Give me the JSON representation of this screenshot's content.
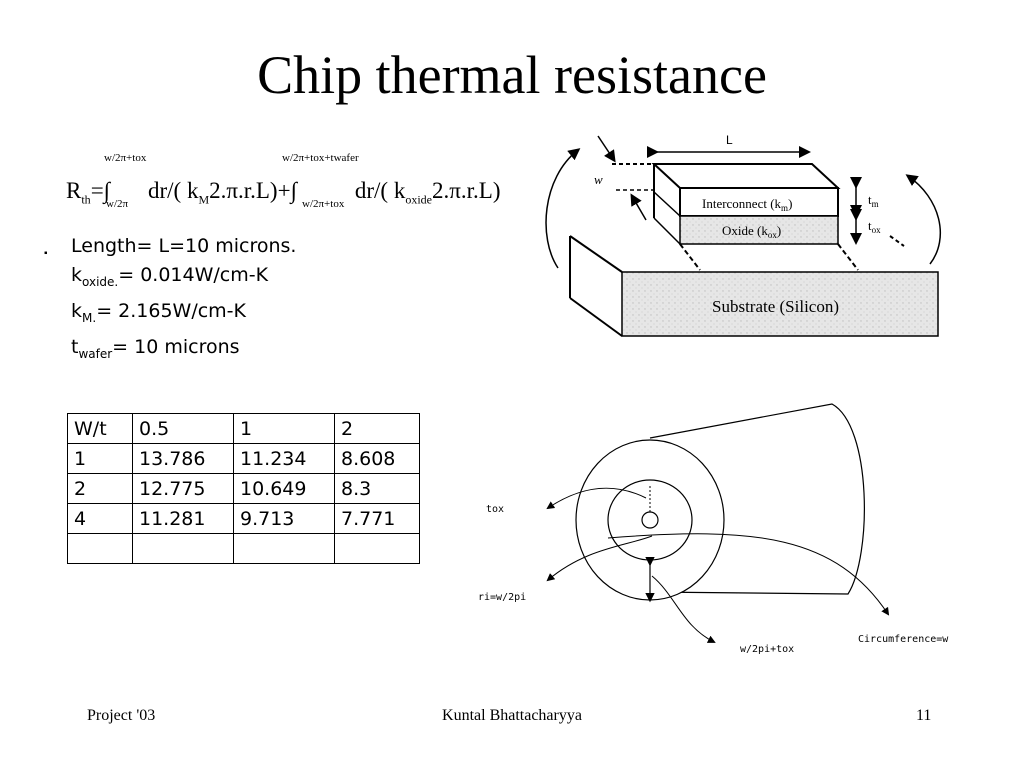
{
  "slide": {
    "title": "Chip thermal resistance",
    "formula": {
      "lower1": "w/2π",
      "upper1": "w/2π+tox",
      "lower2": "w/2π+tox",
      "upper2": "w/2π+tox+twafer",
      "lhs": "R",
      "lhs_sub": "th",
      "eq": "=",
      "integral": "∫",
      "term1_pre": "dr/( k",
      "term1_sub": "M",
      "term1_post": "2.π.r.L)+",
      "term2_pre": "dr/( k",
      "term2_sub": "oxide",
      "term2_post": "2.π.r.L)"
    },
    "params": [
      {
        "main": "Length= L=10 microns.",
        "sub": "",
        "rest": ""
      },
      {
        "main": "k",
        "sub": "oxide.",
        "rest": "= 0.014W/cm-K"
      },
      {
        "main": "k",
        "sub": "M.",
        "rest": "= 2.165W/cm-K"
      },
      {
        "main": "t",
        "sub": "wafer",
        "rest": "= 10 microns"
      }
    ],
    "table": {
      "rows": [
        [
          "W/t",
          "0.5",
          "1",
          "2"
        ],
        [
          "1",
          "13.786",
          "11.234",
          "8.608"
        ],
        [
          "2",
          "12.775",
          "10.649",
          "8.3"
        ],
        [
          "4",
          "11.281",
          "9.713",
          "7.771"
        ],
        [
          "",
          "",
          "",
          ""
        ]
      ]
    },
    "diagram_top": {
      "L": "L",
      "w": "w",
      "interconnect_main": "Interconnect (k",
      "interconnect_sub": "m",
      "oxide_main": "Oxide (k",
      "oxide_sub": "ox",
      "close": ")",
      "tm_main": "t",
      "tm_sub": "m",
      "tox_main": "t",
      "tox_sub": "ox",
      "substrate": "Substrate (Silicon)"
    },
    "diagram_bottom": {
      "tox": "tox",
      "ri": "ri=w/2pi",
      "w2pi": "w/2pi+tox",
      "circumference": "Circumference=w"
    },
    "footer": {
      "left": "Project '03",
      "center": "Kuntal Bhattacharyya",
      "right": "11"
    }
  }
}
